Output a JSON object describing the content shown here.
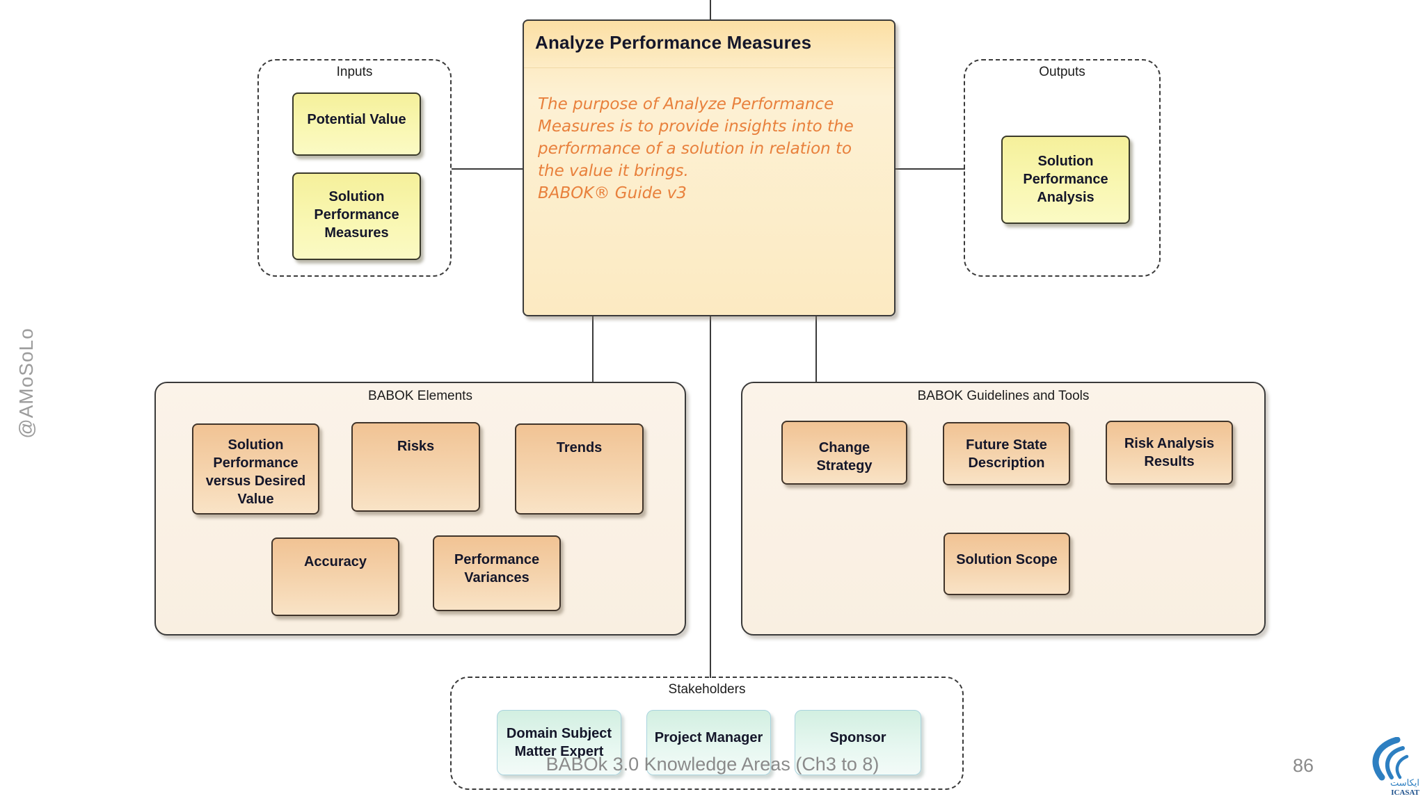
{
  "slide": {
    "watermark": "@AMoSoLo",
    "caption": "BABOk 3.0 Knowledge Areas (Ch3 to 8)",
    "page_number": "86"
  },
  "task": {
    "title": "Analyze Performance Measures",
    "purpose": "The purpose of Analyze Performance Measures is to provide insights into the performance of a solution in relation to the value it brings.",
    "source": "BABOK® Guide v3"
  },
  "inputs": {
    "label": "Inputs",
    "items": [
      "Potential Value",
      "Solution Performance Measures"
    ]
  },
  "outputs": {
    "label": "Outputs",
    "items": [
      "Solution Performance Analysis"
    ]
  },
  "elements": {
    "label": "BABOK Elements",
    "items": [
      "Solution Performance versus Desired Value",
      "Risks",
      "Trends",
      "Accuracy",
      "Performance Variances"
    ]
  },
  "guidelines": {
    "label": "BABOK Guidelines and Tools",
    "items": [
      "Change Strategy",
      "Future State Description",
      "Risk Analysis Results",
      "Solution Scope"
    ]
  },
  "stakeholders": {
    "label": "Stakeholders",
    "items": [
      "Domain Subject Matter Expert",
      "Project Manager",
      "Sponsor"
    ]
  },
  "logo": {
    "arabic": "ايكاست",
    "latin": "ICASAT"
  },
  "colors": {
    "purpose_text": "#e8803c",
    "yellow_node": "#f5f09b",
    "orange_node": "#f1c394",
    "mint_node": "#d2efe1",
    "group_background": "#f9efe1",
    "logo_blue": "#2d7fc1"
  }
}
